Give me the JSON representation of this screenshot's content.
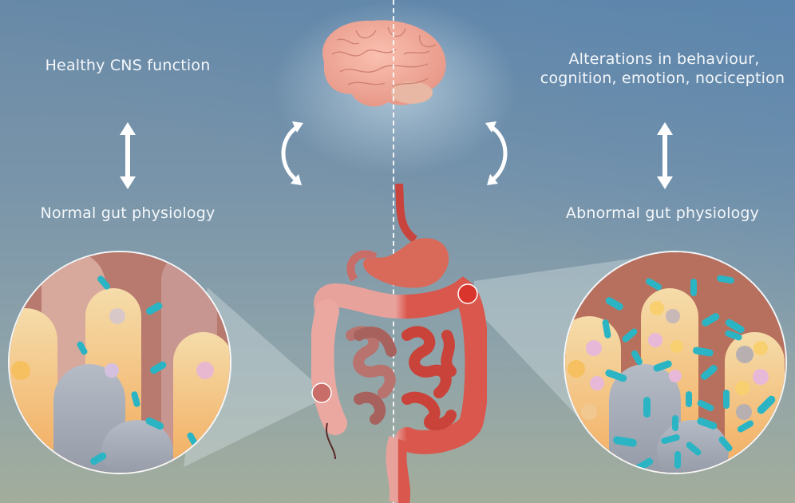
{
  "figure": {
    "topic": "Gut-brain axis: healthy vs. dysbiosis",
    "divider_style": "dashed vertical line at center"
  },
  "left_panel": {
    "top_label": "Healthy CNS function",
    "bottom_label": "Normal gut physiology",
    "arrow": "bidirectional-vertical-arrow",
    "magnified_view": "normal villi with few bacteria"
  },
  "right_panel": {
    "top_label_line1": "Alterations in behaviour,",
    "top_label_line2": "cognition, emotion, nociception",
    "bottom_label": "Abnormal gut physiology",
    "arrow": "bidirectional-vertical-arrow",
    "magnified_view": "inflamed villi with many bacteria and immune cells"
  },
  "center": {
    "organ_top": "brain",
    "organ_bottom": "digestive tract",
    "left_cycle_arrow": "curved-bidirectional-arrow",
    "right_cycle_arrow": "curved-bidirectional-arrow"
  },
  "colors": {
    "bg_top": "#6a8aa6",
    "bg_bottom": "#a3ad9c",
    "text": "#f4f7fa",
    "bacteria": "#2bb5c4",
    "brain": "#f0a898",
    "gut_healthy": "#e89a94",
    "gut_inflamed": "#d9524a"
  }
}
